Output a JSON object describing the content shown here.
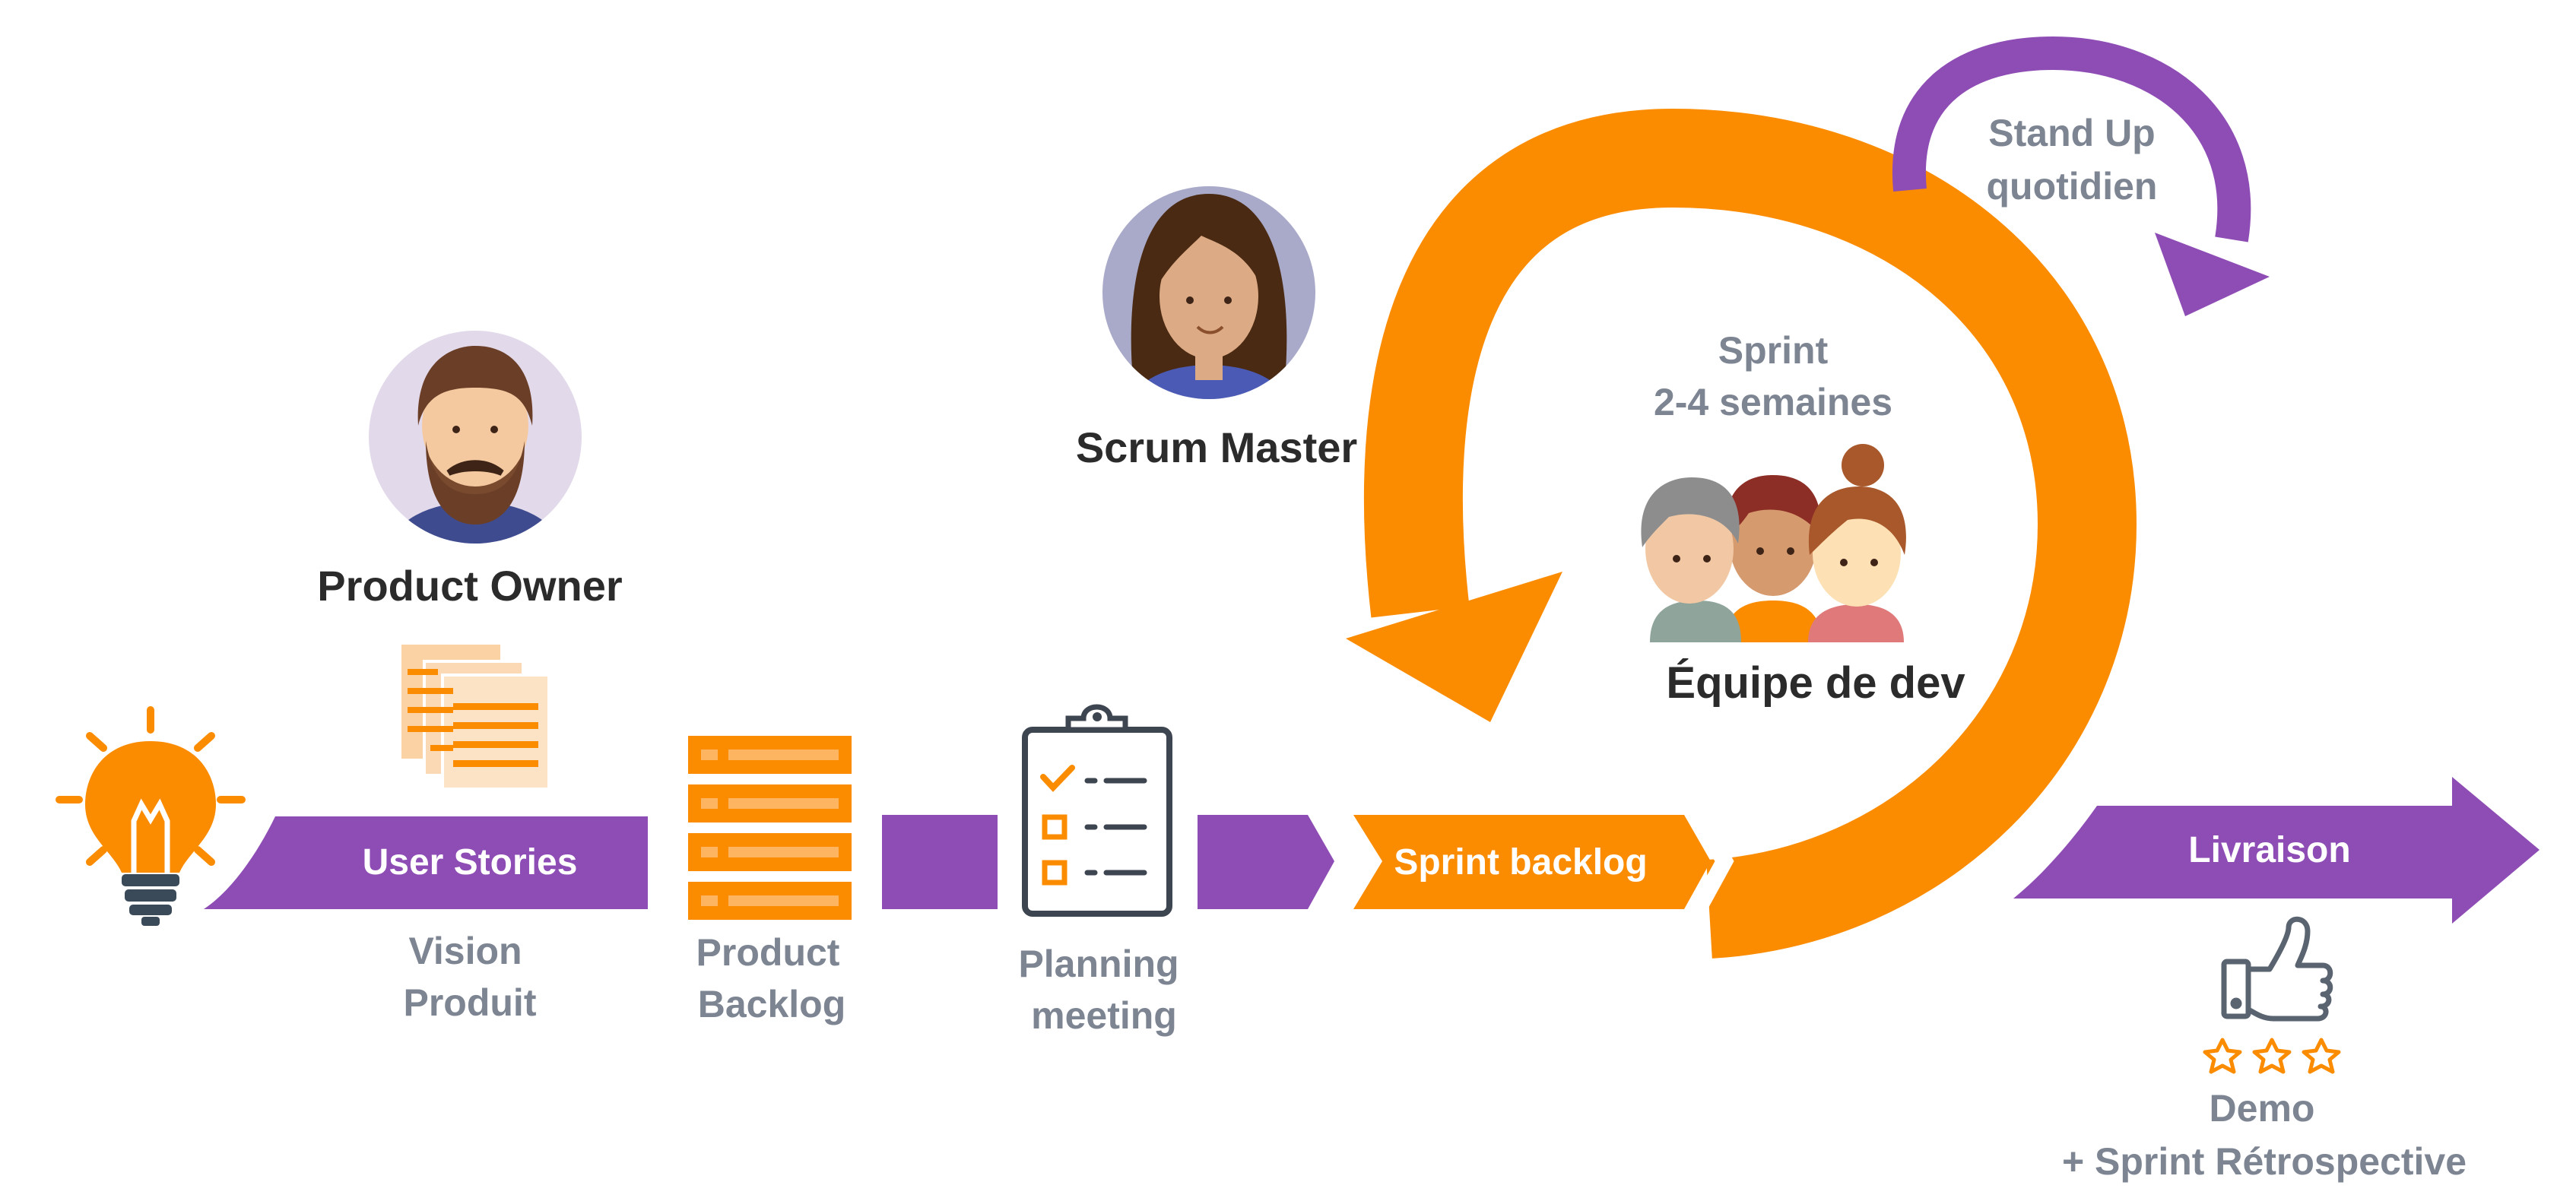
{
  "colors": {
    "orange": "#fb8c00",
    "purple": "#8e4db5",
    "gray_text": "#7d8593",
    "dark_text": "#2b2b2b",
    "white": "#ffffff"
  },
  "roles": {
    "product_owner": "Product Owner",
    "scrum_master": "Scrum Master",
    "dev_team": "Équipe de dev"
  },
  "flow": {
    "user_stories": "User Stories",
    "sprint_backlog": "Sprint backlog",
    "livraison": "Livraison"
  },
  "labels": {
    "vision_line1": "Vision",
    "vision_line2": "Produit",
    "product_backlog_line1": "Product",
    "product_backlog_line2": "Backlog",
    "planning_line1": "Planning",
    "planning_line2": "meeting",
    "sprint_line1": "Sprint",
    "sprint_line2": "2-4 semaines",
    "standup_line1": "Stand Up",
    "standup_line2": "quotidien",
    "demo_line1": "Demo",
    "demo_line2": "+ Sprint Rétrospective"
  },
  "icons": {
    "idea": "lightbulb-icon",
    "stories": "documents-icon",
    "backlog": "backlog-stack-icon",
    "planning": "clipboard-checklist-icon",
    "team": "team-avatars-icon",
    "demo": "thumbs-up-icon",
    "rating": "stars-icon"
  }
}
